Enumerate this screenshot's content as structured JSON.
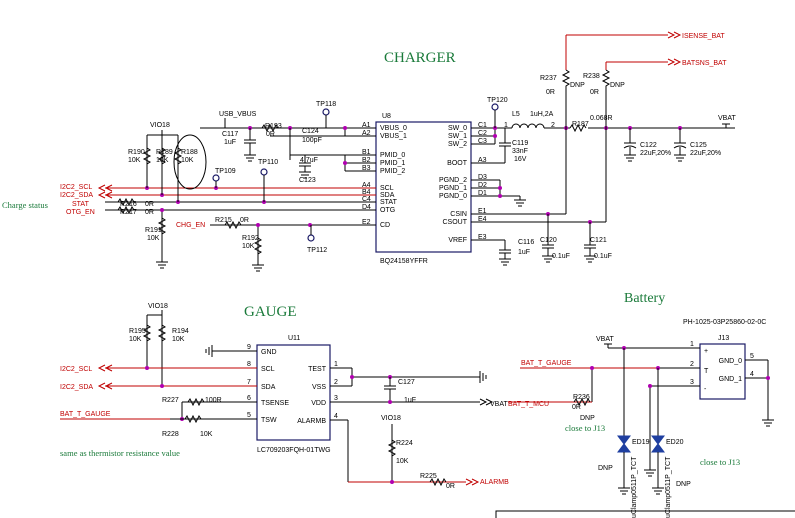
{
  "sections": {
    "charger": "CHARGER",
    "gauge": "GAUGE",
    "battery": "Battery"
  },
  "notes": {
    "charge_status": "Charge status",
    "thermistor": "same as thermistor resistance value",
    "close1": "close to J13",
    "close2": "close to J13"
  },
  "nets": {
    "isense": "ISENSE_BAT",
    "batsns": "BATSNS_BAT",
    "vbat1": "VBAT",
    "vbat2": "VBAT",
    "vbat3": "VBAT",
    "usb_vbus": "USB_VBUS",
    "vio18a": "VIO18",
    "vio18b": "VIO18",
    "vio18c": "VIO18",
    "scl1": "I2C2_SCL",
    "sda1": "I2C2_SDA",
    "stat": "STAT",
    "otg": "OTG_EN",
    "chg": "CHG_EN",
    "scl2": "I2C2_SCL",
    "sda2": "I2C2_SDA",
    "bat_gauge1": "BAT_T_GAUGE",
    "bat_gauge2": "BAT_T_GAUGE",
    "bat_mcu": "BAT_T_MCU",
    "alarmb": "ALARMB"
  },
  "u8": {
    "ref": "U8",
    "part": "BQ24158YFFR",
    "left": [
      [
        "A1",
        "VBUS_0"
      ],
      [
        "A2",
        "VBUS_1"
      ],
      [
        "B1",
        "PMID_0"
      ],
      [
        "B2",
        "PMID_1"
      ],
      [
        "B3",
        "PMID_2"
      ],
      [
        "A4",
        "SCL"
      ],
      [
        "B4",
        "SDA"
      ],
      [
        "C4",
        "STAT"
      ],
      [
        "D4",
        "OTG"
      ],
      [
        "E2",
        "CD"
      ]
    ],
    "right": [
      [
        "C1",
        "SW_0"
      ],
      [
        "C2",
        "SW_1"
      ],
      [
        "C3",
        "SW_2"
      ],
      [
        "A3",
        "BOOT"
      ],
      [
        "D3",
        "PGND_2"
      ],
      [
        "D2",
        "PGND_1"
      ],
      [
        "D1",
        "PGND_0"
      ],
      [
        "E1",
        "CSIN"
      ],
      [
        "E4",
        "CSOUT"
      ],
      [
        "E3",
        "VREF"
      ]
    ]
  },
  "u11": {
    "ref": "U11",
    "part": "LC709203FQH-01TWG",
    "left": [
      [
        "9",
        "GND"
      ],
      [
        "8",
        "SCL"
      ],
      [
        "7",
        "SDA"
      ],
      [
        "6",
        "TSENSE"
      ],
      [
        "5",
        "TSW"
      ]
    ],
    "right": [
      [
        "1",
        "TEST"
      ],
      [
        "2",
        "VSS"
      ],
      [
        "3",
        "VDD"
      ],
      [
        "4",
        "ALARMB"
      ]
    ]
  },
  "j13": {
    "ref": "J13",
    "part": "PH-1025-03P25860-02-0C",
    "left": [
      [
        "1",
        "+"
      ],
      [
        "2",
        "T"
      ],
      [
        "3",
        "-"
      ]
    ],
    "right": [
      [
        "5",
        "GND_0"
      ],
      [
        "4",
        "GND_1"
      ]
    ]
  },
  "parts": {
    "r190": [
      "R190",
      "10K"
    ],
    "r189": [
      "R189",
      "10K"
    ],
    "r188": [
      "R188",
      "10K"
    ],
    "r193": [
      "R193",
      "0R"
    ],
    "c117": [
      "C117",
      "1uF"
    ],
    "c124": [
      "C124",
      "100pF"
    ],
    "c123": [
      "C123",
      "4.7uF"
    ],
    "r216": [
      "R216",
      "0R"
    ],
    "r217": [
      "R217",
      "0R"
    ],
    "r191": [
      "R191",
      "10K"
    ],
    "r215": [
      "R215",
      "0R"
    ],
    "r192": [
      "R192",
      "10K"
    ],
    "tp118": "TP118",
    "tp109": "TP109",
    "tp110": "TP110",
    "tp112": "TP112",
    "tp120": "TP120",
    "l5": [
      "L5",
      "1uH,2A"
    ],
    "c119": [
      "C119",
      "33nF",
      "16V"
    ],
    "r237": [
      "R237",
      "0R",
      "DNP"
    ],
    "r238": [
      "R238",
      "0R",
      "DNP"
    ],
    "r187": [
      "R187",
      "0.068R"
    ],
    "c122": [
      "C122",
      "22uF,20%"
    ],
    "c125": [
      "C125",
      "22uF,20%"
    ],
    "c116": [
      "C116",
      "1uF"
    ],
    "c120": [
      "C120",
      "0.1uF"
    ],
    "c121": [
      "C121",
      "0.1uF"
    ],
    "r195": [
      "R195",
      "10K"
    ],
    "r194": [
      "R194",
      "10K"
    ],
    "r227": [
      "R227",
      "100R"
    ],
    "r228": [
      "R228",
      "10K"
    ],
    "c127": [
      "C127",
      "1uF"
    ],
    "r224": [
      "R224",
      "10K"
    ],
    "r225": [
      "R225",
      "0R"
    ],
    "r236": [
      "R236",
      "0R",
      "DNP"
    ],
    "ed19": [
      "ED19",
      "DNP",
      "uClamp0511P_TCT"
    ],
    "ed20": [
      "ED20",
      "DNP",
      "uClamp0511P_TCT"
    ]
  }
}
